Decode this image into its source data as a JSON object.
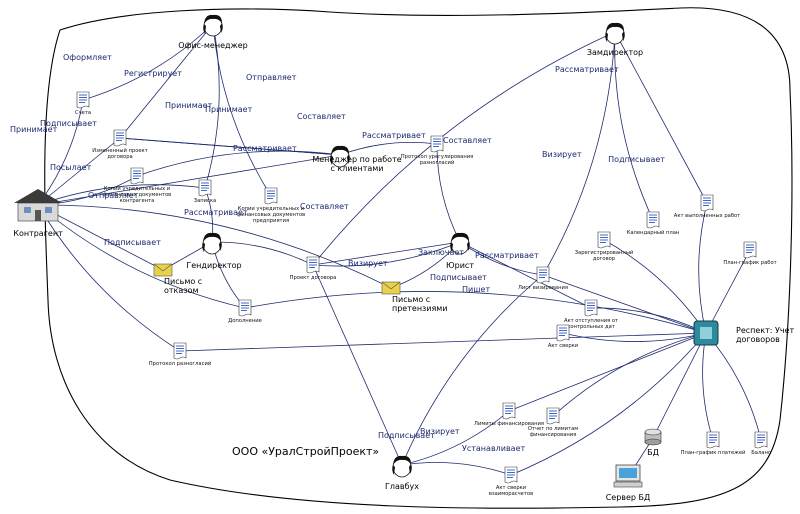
{
  "diagram": {
    "org_title": "ООО «УралСтройПроект»",
    "actors": [
      {
        "id": "office",
        "label": "Офис-менеджер",
        "icon": "person-icon"
      },
      {
        "id": "zamdir",
        "label": "Замдиректор",
        "icon": "person-icon"
      },
      {
        "id": "manager",
        "label": "Менеджер по работе с клиентами",
        "icon": "person-icon"
      },
      {
        "id": "gendir",
        "label": "Гендиректор",
        "icon": "person-icon"
      },
      {
        "id": "lawyer",
        "label": "Юрист",
        "icon": "person-icon"
      },
      {
        "id": "buh",
        "label": "Главбух",
        "icon": "person-icon"
      },
      {
        "id": "kontr",
        "label": "Контрагент",
        "icon": "house-icon"
      },
      {
        "id": "respekt",
        "label": "Респект: Учет договоров",
        "icon": "software-icon"
      },
      {
        "id": "server",
        "label": "Сервер БД",
        "icon": "computer-icon"
      },
      {
        "id": "bd",
        "label": "БД",
        "icon": "database-icon"
      }
    ],
    "documents": [
      {
        "id": "schet",
        "label": "Счета"
      },
      {
        "id": "izmproj",
        "label": "Измененный проект договора"
      },
      {
        "id": "kopii1",
        "label": "Копии учредительных и финансовых документов контрагента"
      },
      {
        "id": "zapiska",
        "label": "Записка"
      },
      {
        "id": "kopii2",
        "label": "Копии учредительных и финансовых документов предприятия"
      },
      {
        "id": "protoreg",
        "label": "Протокол урегулирования разногласий"
      },
      {
        "id": "proekt",
        "label": "Проект договора"
      },
      {
        "id": "listsogl",
        "label": "Лист визирования"
      },
      {
        "id": "zareg",
        "label": "Зарегистрированный договор"
      },
      {
        "id": "kalplan",
        "label": "Календарный план"
      },
      {
        "id": "aktvyp",
        "label": "Акт выполненных работ"
      },
      {
        "id": "planrab",
        "label": "План-график работ"
      },
      {
        "id": "aktotst",
        "label": "Акт отступления от контрольных дат"
      },
      {
        "id": "aktsv",
        "label": "Акт сверки"
      },
      {
        "id": "dopsogl",
        "label": "Дополнение"
      },
      {
        "id": "protorazn",
        "label": "Протокол разногласий"
      },
      {
        "id": "limity",
        "label": "Лимиты финансирования"
      },
      {
        "id": "otchetlim",
        "label": "Отчет по лимитам финансирования"
      },
      {
        "id": "aktsvvz",
        "label": "Акт сверки взаиморасчетов"
      },
      {
        "id": "planplat",
        "label": "План-график платежей"
      },
      {
        "id": "balans",
        "label": "Баланс"
      }
    ],
    "envelopes": [
      {
        "id": "otkaz",
        "label": "Письмо с отказом",
        "icon": "envelope-icon"
      },
      {
        "id": "pretenz",
        "label": "Письмо с претензиями",
        "icon": "envelope-icon"
      }
    ],
    "flows": [
      {
        "from": "office",
        "to": "schet",
        "label": "Оформляет"
      },
      {
        "from": "office",
        "to": "izmproj",
        "label": "Регистрирует"
      },
      {
        "from": "office",
        "to": "kopii2",
        "label": "Отправляет"
      },
      {
        "from": "schet",
        "to": "kontr",
        "label": "Принимает"
      },
      {
        "from": "kontr",
        "to": "izmproj",
        "label": "Подписывает"
      },
      {
        "from": "kontr",
        "to": "kopii1",
        "label": "Посылает"
      },
      {
        "from": "kontr",
        "to": "zapiska",
        "label": "Отправляет"
      },
      {
        "from": "izmproj",
        "to": "manager",
        "label": "Принимает"
      },
      {
        "from": "zapiska",
        "to": "office",
        "label": "Принимает"
      },
      {
        "from": "kopii1",
        "to": "manager",
        "label": "Рассматривает"
      },
      {
        "from": "manager",
        "to": "izmproj",
        "label": "Составляет"
      },
      {
        "from": "protoreg",
        "to": "manager",
        "label": "Рассматривает"
      },
      {
        "from": "lawyer",
        "to": "protoreg",
        "label": "Составляет"
      },
      {
        "from": "manager",
        "to": "kontr",
        "label": "Составляет"
      },
      {
        "from": "gendir",
        "to": "zapiska",
        "label": "Рассматривает"
      },
      {
        "from": "gendir",
        "to": "proekt",
        "label": "Подписывает"
      },
      {
        "from": "gendir",
        "to": "otkaz",
        "label": ""
      },
      {
        "from": "gendir",
        "to": "dopsogl",
        "label": "Заключает"
      },
      {
        "from": "lawyer",
        "to": "proekt",
        "label": "Визирует"
      },
      {
        "from": "lawyer",
        "to": "proekt",
        "label": "Рассматривает"
      },
      {
        "from": "lawyer",
        "to": "listsogl",
        "label": "Подписывает"
      },
      {
        "from": "lawyer",
        "to": "pretenz",
        "label": "Пишет"
      },
      {
        "from": "lawyer",
        "to": "aktotst",
        "label": "Рассматривает"
      },
      {
        "from": "zamdir",
        "to": "proekt",
        "label": "Визирует"
      },
      {
        "from": "zamdir",
        "to": "listsogl",
        "label": "Подписывает"
      },
      {
        "from": "zamdir",
        "to": "aktvyp",
        "label": ""
      },
      {
        "from": "zamdir",
        "to": "kalplan",
        "label": ""
      },
      {
        "from": "buh",
        "to": "listsogl",
        "label": "Подписывает"
      },
      {
        "from": "buh",
        "to": "proekt",
        "label": "Визирует"
      },
      {
        "from": "buh",
        "to": "limity",
        "label": "Устанавливает"
      },
      {
        "from": "buh",
        "to": "aktsvvz",
        "label": ""
      },
      {
        "from": "respekt",
        "to": "listsogl",
        "label": ""
      },
      {
        "from": "respekt",
        "to": "zareg",
        "label": ""
      },
      {
        "from": "respekt",
        "to": "aktvyp",
        "label": ""
      },
      {
        "from": "respekt",
        "to": "planrab",
        "label": ""
      },
      {
        "from": "respekt",
        "to": "aktotst",
        "label": ""
      },
      {
        "from": "respekt",
        "to": "aktsv",
        "label": ""
      },
      {
        "from": "respekt",
        "to": "limity",
        "label": ""
      },
      {
        "from": "respekt",
        "to": "otchetlim",
        "label": ""
      },
      {
        "from": "respekt",
        "to": "aktsvvz",
        "label": ""
      },
      {
        "from": "respekt",
        "to": "bd",
        "label": ""
      },
      {
        "from": "respekt",
        "to": "planplat",
        "label": ""
      },
      {
        "from": "respekt",
        "to": "balans",
        "label": ""
      },
      {
        "from": "respekt",
        "to": "protorazn",
        "label": ""
      },
      {
        "from": "respekt",
        "to": "dopsogl",
        "label": ""
      },
      {
        "from": "protorazn",
        "to": "kontr",
        "label": ""
      },
      {
        "from": "otkaz",
        "to": "kontr",
        "label": ""
      },
      {
        "from": "pretenz",
        "to": "kontr",
        "label": ""
      },
      {
        "from": "dopsogl",
        "to": "kontr",
        "label": ""
      },
      {
        "from": "bd",
        "to": "server",
        "label": ""
      }
    ]
  }
}
